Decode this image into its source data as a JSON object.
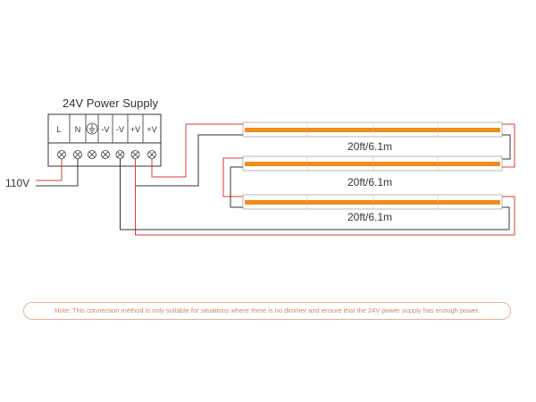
{
  "power_supply": {
    "title": "24V Power Supply",
    "terminals": [
      "L",
      "N",
      "",
      "-V",
      "-V",
      "+V",
      "+V"
    ],
    "ground_icon": "earth-ground-icon"
  },
  "input": {
    "label": "110V"
  },
  "strips": [
    {
      "label": "20ft/6.1m"
    },
    {
      "label": "20ft/6.1m"
    },
    {
      "label": "20ft/6.1m"
    }
  ],
  "note": {
    "text": "Note: This connection method is only suitable for situations where there is no dimmer and ensure that the 24V power supply has enough power."
  },
  "colors": {
    "positive_wire": "#e03a3a",
    "negative_wire": "#333333",
    "led_strip": "#f08c1a",
    "note_border": "#e2b39a",
    "note_text": "#c98a64"
  }
}
